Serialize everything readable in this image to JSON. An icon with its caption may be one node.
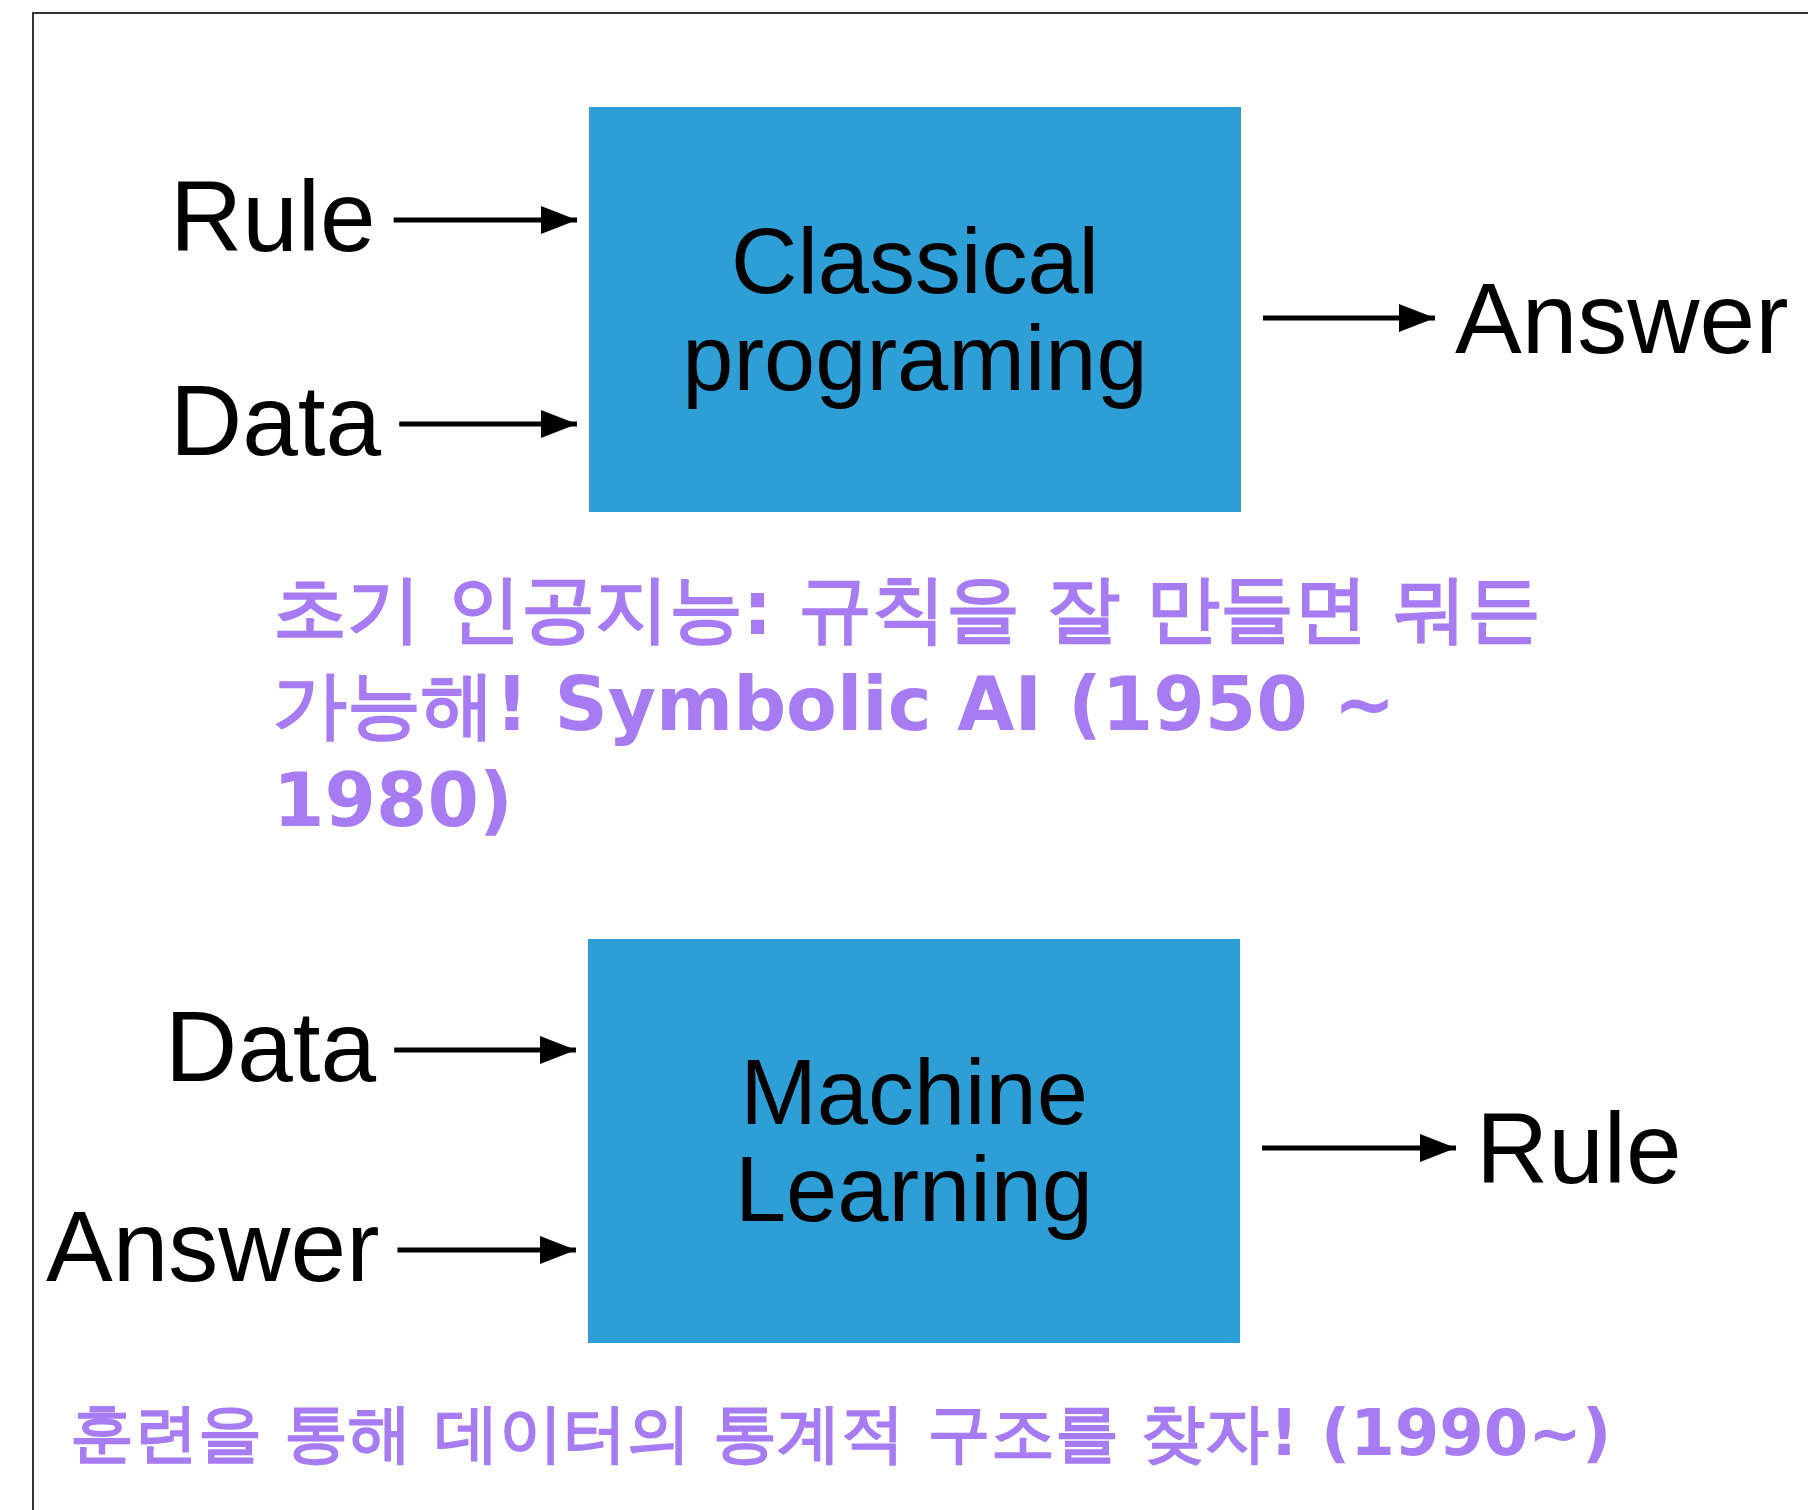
{
  "diagram": {
    "nodes": [
      {
        "text": [
          "Rule"
        ]
      },
      {
        "text": [
          "Data"
        ]
      },
      {
        "text": [
          "Classical programing"
        ]
      },
      {
        "text": [
          "Answer"
        ]
      },
      {
        "text": [
          "Data"
        ]
      },
      {
        "text": [
          "Answer"
        ]
      },
      {
        "text": [
          "Machine Learning"
        ]
      },
      {
        "text": [
          "Rule"
        ]
      }
    ],
    "edges": [
      {
        "from": 0,
        "to": 2,
        "arrow": "to"
      },
      {
        "from": 1,
        "to": 2,
        "arrow": "to"
      },
      {
        "from": 2,
        "to": 3,
        "arrow": "to"
      },
      {
        "from": 4,
        "to": 6,
        "arrow": "to"
      },
      {
        "from": 5,
        "to": 6,
        "arrow": "to"
      },
      {
        "from": 6,
        "to": 7,
        "arrow": "to"
      }
    ],
    "labels": [
      "초기 인공지능: 규칙을 잘 만들면 뭐든 가능해! Symbolic AI (1950 ~ 1980)",
      "훈련을 통해 데이터의 통계적 구조를 찾자! (1990~)"
    ]
  }
}
